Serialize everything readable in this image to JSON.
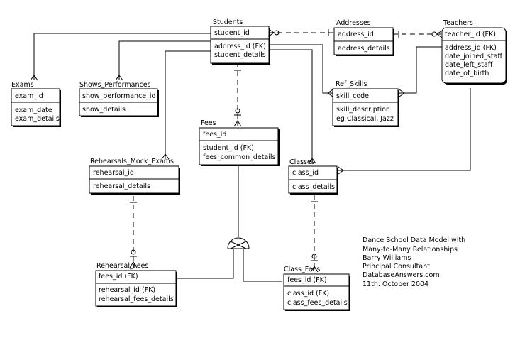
{
  "entities": {
    "students": {
      "title": "Students",
      "pk": [
        "student_id"
      ],
      "attrs": [
        "address_id (FK)",
        "student_details"
      ]
    },
    "addresses": {
      "title": "Addresses",
      "pk": [
        "address_id"
      ],
      "attrs": [
        "address_details"
      ]
    },
    "teachers": {
      "title": "Teachers",
      "pk": [
        "teacher_id (FK)"
      ],
      "attrs": [
        "address_id (FK)",
        "date_joined_staff",
        "date_left_staff",
        "date_of_birth"
      ]
    },
    "exams": {
      "title": "Exams",
      "pk": [
        "exam_id"
      ],
      "attrs": [
        "exam_date",
        "exam_details"
      ]
    },
    "shows_performances": {
      "title": "Shows_Performances",
      "pk": [
        "show_performance_id"
      ],
      "attrs": [
        "show_details"
      ]
    },
    "ref_skills": {
      "title": "Ref_Skills",
      "pk": [
        "skill_code"
      ],
      "attrs": [
        "skill_description",
        "eg Classical, Jazz"
      ]
    },
    "fees": {
      "title": "Fees",
      "pk": [
        "fees_id"
      ],
      "attrs": [
        "student_id (FK)",
        "fees_common_details"
      ]
    },
    "rehearsals_mock_exams": {
      "title": "Rehearsals_Mock_Exams",
      "pk": [
        "rehearsal_id"
      ],
      "attrs": [
        "rehearsal_details"
      ]
    },
    "classes": {
      "title": "Classes",
      "pk": [
        "class_id"
      ],
      "attrs": [
        "class_details"
      ]
    },
    "rehearsal_fees": {
      "title": "Rehearsal_Fees",
      "pk": [
        "fees_id (FK)"
      ],
      "attrs": [
        "rehearsal_id (FK)",
        "rehearsal_fees_details"
      ]
    },
    "class_fees": {
      "title": "Class_Fees",
      "pk": [
        "fees_id (FK)"
      ],
      "attrs": [
        "class_id (FK)",
        "class_fees_details"
      ]
    }
  },
  "caption": [
    "Dance School Data Model with",
    "Many-to-Many Relationships",
    "Barry Williams",
    "Principal Consultant",
    "DatabaseAnswers.com",
    "11th. October 2004"
  ]
}
